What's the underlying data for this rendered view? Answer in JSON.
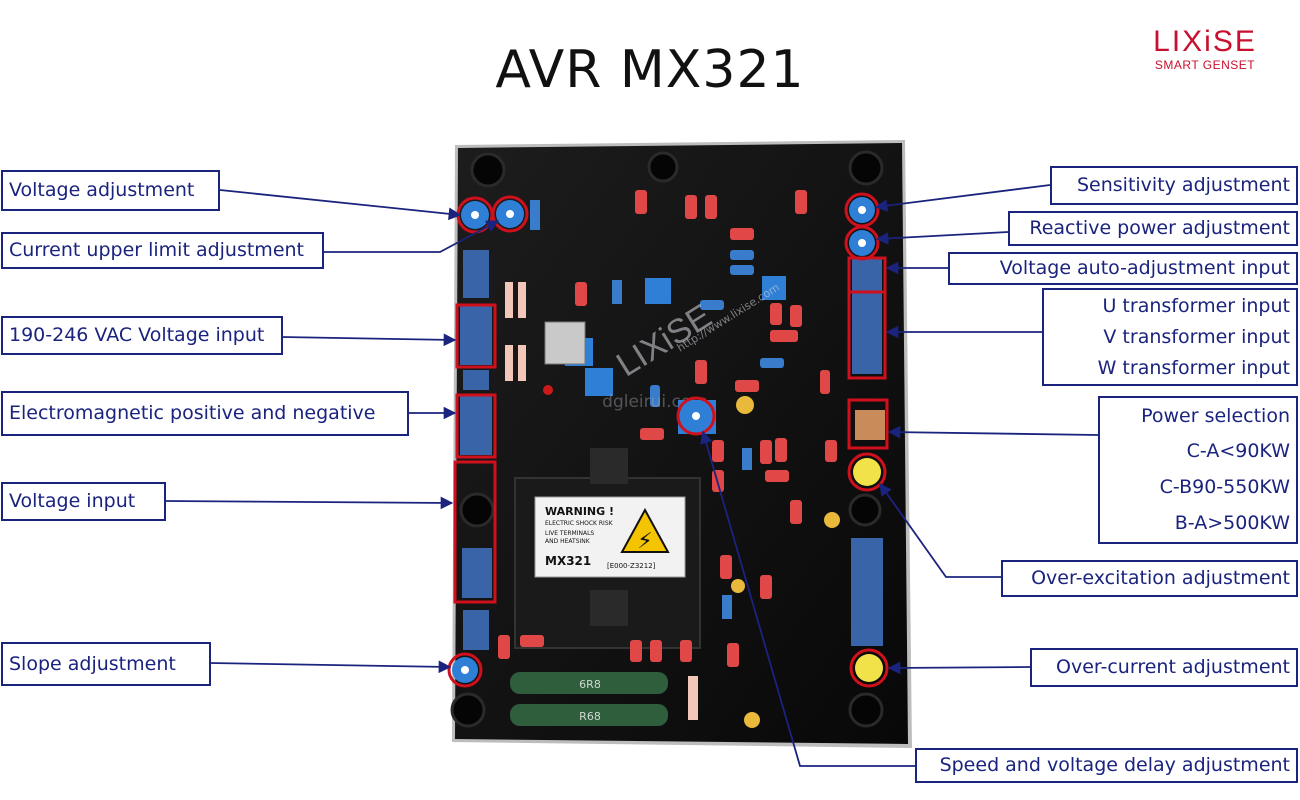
{
  "title": "AVR MX321",
  "logo": {
    "name": "LIXiSE",
    "tagline": "SMART GENSET",
    "color": "#c8102e"
  },
  "board": {
    "watermark": "LIXiSE",
    "watermark_url": "http://www.lixise.com",
    "watermark2": "dgleirui.com",
    "warning_title": "WARNING !",
    "warning_sub": "ELECTRIC SHOCK RISK",
    "warning_box_line1": "LIVE TERMINALS",
    "warning_box_line2": "AND HEATSINK",
    "model": "MX321",
    "code": "[E000-Z3212]",
    "resistor1": "6R8",
    "resistor2": "R68"
  },
  "labels": {
    "voltage_adjustment": "Voltage adjustment",
    "current_upper_limit": "Current upper limit adjustment",
    "vac_input": "190-246 VAC Voltage input",
    "electromagnetic": "Electromagnetic positive and negative",
    "voltage_input": "Voltage input",
    "slope": "Slope adjustment",
    "sensitivity": "Sensitivity adjustment",
    "reactive_power": "Reactive power adjustment",
    "voltage_auto": "Voltage auto-adjustment input",
    "transformer": [
      "U transformer input",
      "V transformer input",
      "W transformer input"
    ],
    "power_selection": [
      "Power selection",
      "C-A<90KW",
      "C-B90-550KW",
      "B-A>500KW"
    ],
    "over_excitation": "Over-excitation adjustment",
    "over_current": "Over-current adjustment",
    "speed_voltage_delay": "Speed and voltage delay adjustment"
  },
  "colors": {
    "label_blue": "#1a237e",
    "marker_red": "#d0101c",
    "board": "#121212"
  }
}
